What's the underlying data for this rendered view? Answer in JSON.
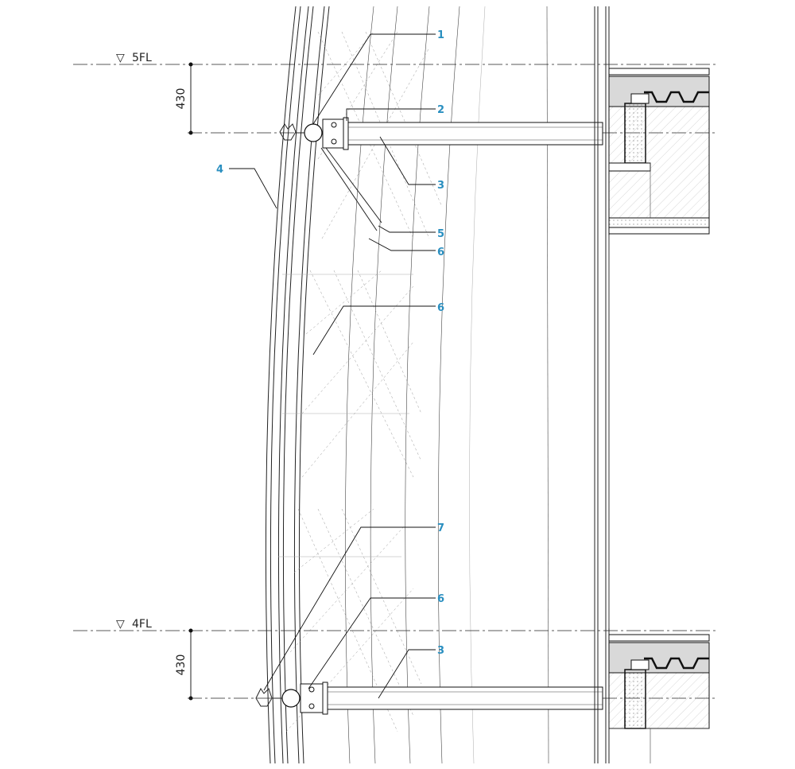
{
  "levels": [
    {
      "label": "5FL"
    },
    {
      "label": "4FL"
    }
  ],
  "dimensions": [
    {
      "value": "430"
    },
    {
      "value": "430"
    }
  ],
  "callouts": [
    {
      "label": "1"
    },
    {
      "label": "2"
    },
    {
      "label": "3"
    },
    {
      "label": "4"
    },
    {
      "label": "5"
    },
    {
      "label": "6"
    },
    {
      "label": "6"
    },
    {
      "label": "7"
    },
    {
      "label": "6"
    },
    {
      "label": "3"
    }
  ],
  "colors": {
    "callout": "#2a8fc0",
    "line": "#222222",
    "slab_fill": "#d9d9d9"
  }
}
